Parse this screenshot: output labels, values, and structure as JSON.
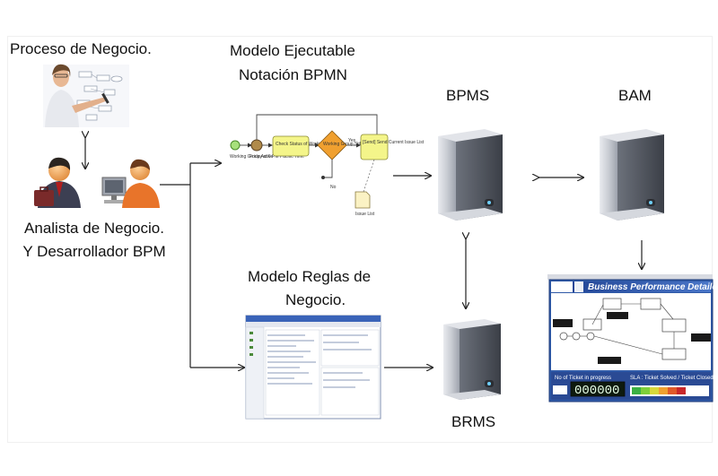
{
  "labels": {
    "proceso": "Proceso de Negocio.",
    "analista": "Analista de Negocio.",
    "desarrollador": "Y Desarrollador BPM",
    "modelo_ejecutable": "Modelo Ejecutable",
    "notacion": "Notación  BPMN",
    "modelo_reglas_1": "Modelo Reglas de",
    "modelo_reglas_2": "Negocio.",
    "bpms": "BPMS",
    "bam": "BAM",
    "brms": "BRMS"
  },
  "bpmn": {
    "start": "Working Group Active",
    "timer": "Friday at 6 PM Pacific Time",
    "task1": "Check Status of Working Group",
    "gateway": "Working Group Still Active?",
    "yes": "Yes",
    "no": "No",
    "task2": "[Send] Send Current Issue List",
    "doc": "Issue List"
  },
  "dashboard": {
    "title": "Business Performance Detailed",
    "tickets_progress": "No of Ticket in progress",
    "sla": "SLA : Ticket Solved / Ticket Closed",
    "counter": "000000"
  },
  "colors": {
    "dashboard_title_bg": "#2a52a8",
    "bpmn_task": "#f4f58a",
    "bpmn_gateway": "#f0a030",
    "server_body": "#c9ccd3"
  }
}
